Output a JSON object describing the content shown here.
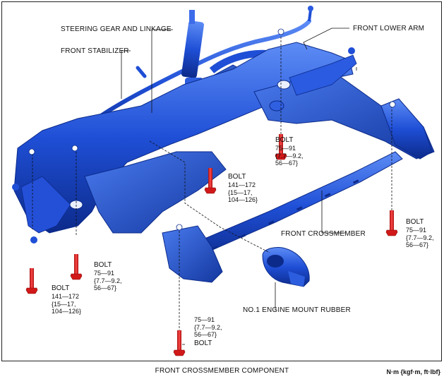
{
  "labels": {
    "steering_gear": "STEERING GEAR AND LINKAGE",
    "front_stabilizer": "FRONT STABILIZER",
    "front_lower_arm": "FRONT LOWER ARM",
    "front_crossmember": "FRONT CROSSMEMBER",
    "engine_mount": "NO.1 ENGINE MOUNT RUBBER"
  },
  "bolts": [
    {
      "title": "BOLT",
      "l1": "75—91",
      "l2": "{7.7—9.2,",
      "l3": "56—67}"
    },
    {
      "title": "BOLT",
      "l1": "141—172",
      "l2": "{15—17,",
      "l3": "104—126}"
    },
    {
      "title": "BOLT",
      "l1": "75—91",
      "l2": "{7.7—9.2,",
      "l3": "56—67}"
    },
    {
      "title": "BOLT",
      "l1": "75—91",
      "l2": "{7.7—9.2,",
      "l3": "56—67}"
    },
    {
      "title": "BOLT",
      "l1": "141—172",
      "l2": "{15—17,",
      "l3": "104—126}"
    },
    {
      "title": "BOLT",
      "l1": "75—91",
      "l2": "{7.7—9.2,",
      "l3": "56—67}"
    }
  ],
  "caption": "FRONT CROSSMEMBER COMPONENT",
  "units": "N·m {kgf·m, ft·lbf}",
  "colors": {
    "body": "#1f4fd6",
    "dark": "#0c2a8a",
    "highlight": "#5d8cf5",
    "bolt": "#e02020"
  }
}
